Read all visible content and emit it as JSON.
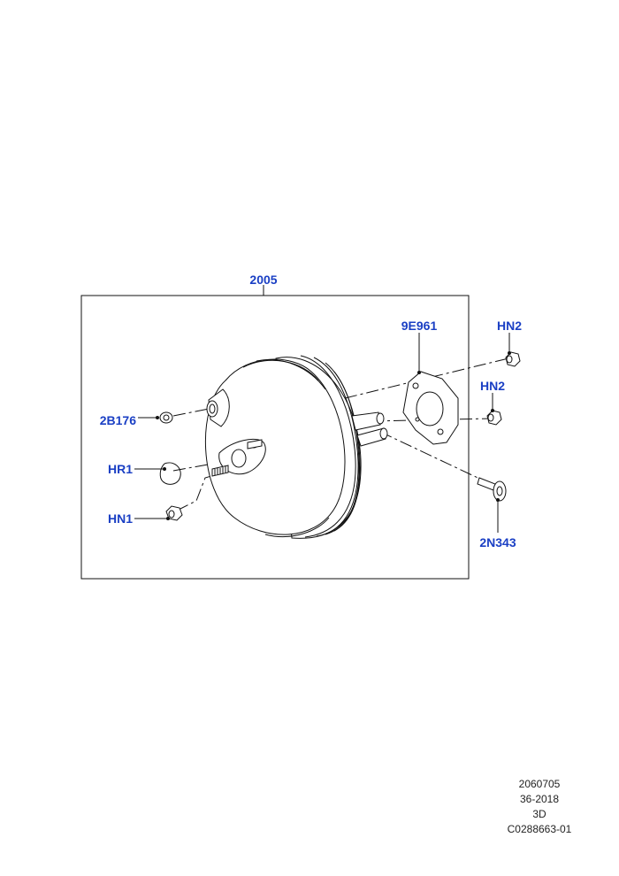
{
  "callouts": {
    "main": "2005",
    "plate": "9E961",
    "nut_top": "HN2",
    "nut_mid": "HN2",
    "grommet": "2B176",
    "ring": "HR1",
    "nut_left": "HN1",
    "pin": "2N343"
  },
  "footer": {
    "line1": "2060705",
    "line2": "36-2018",
    "line3": "3D",
    "line4": "C0288663-01"
  }
}
